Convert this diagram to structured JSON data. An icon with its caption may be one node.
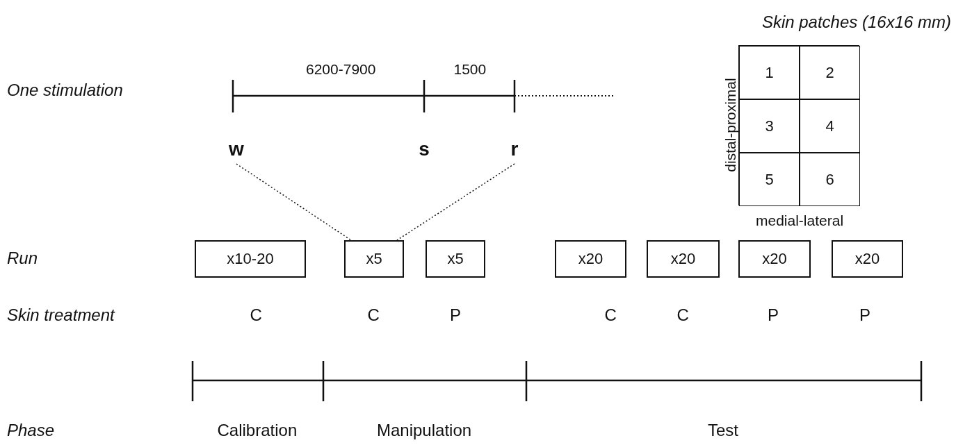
{
  "diagram": {
    "nodes": [
      {
        "text": [
          "Skin patches (16x16 mm)"
        ]
      },
      {
        "text": [
          "1"
        ],
        "in": 0
      },
      {
        "text": [
          "2"
        ],
        "in": 0
      },
      {
        "text": [
          "3"
        ],
        "in": 0
      },
      {
        "text": [
          "4"
        ],
        "in": 0
      },
      {
        "text": [
          "5"
        ],
        "in": 0
      },
      {
        "text": [
          "6"
        ],
        "in": 0
      },
      {
        "text": [
          "w"
        ]
      },
      {
        "text": [
          "s"
        ]
      },
      {
        "text": [
          "r"
        ]
      },
      {
        "text": [
          "x10-20"
        ]
      },
      {
        "text": [
          "x5"
        ]
      },
      {
        "text": [
          "x5"
        ]
      },
      {
        "text": [
          "x20"
        ]
      },
      {
        "text": [
          "x20"
        ]
      },
      {
        "text": [
          "x20"
        ]
      },
      {
        "text": [
          "x20"
        ]
      }
    ],
    "edges": [
      {
        "from": 7,
        "to": 11,
        "arrow": "none",
        "style": "dashed"
      },
      {
        "from": 9,
        "to": 11,
        "arrow": "none",
        "style": "dashed"
      }
    ],
    "labels": [
      "One stimulation",
      "6200-7900",
      "1500",
      "distal-proximal",
      "medial-lateral",
      "Run",
      "Skin treatment",
      "C",
      "C",
      "P",
      "C",
      "C",
      "P",
      "P",
      "Phase",
      "Calibration",
      "Manipulation",
      "Test"
    ]
  }
}
